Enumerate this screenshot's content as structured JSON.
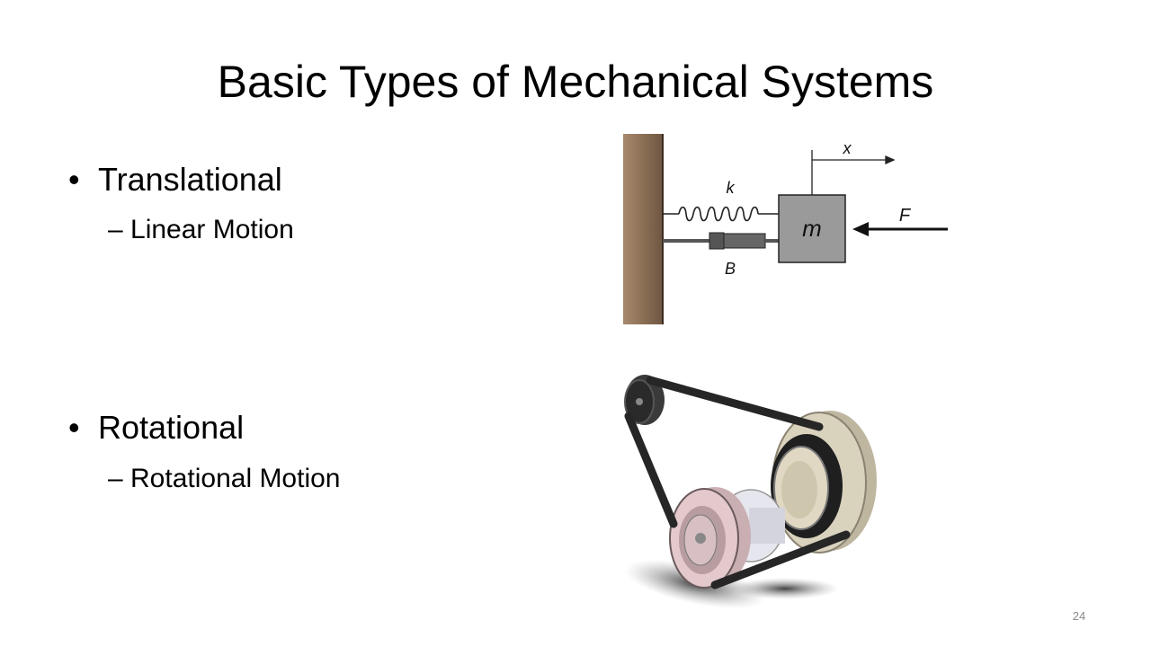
{
  "slide": {
    "title": "Basic Types of Mechanical Systems",
    "bullets": [
      {
        "bullet_char": "•",
        "text": "Translational",
        "sub": "– Linear Motion"
      },
      {
        "bullet_char": "•",
        "text": "Rotational",
        "sub": "– Rotational Motion"
      }
    ],
    "page_number": "24"
  },
  "translational_diagram": {
    "spring_label": "k",
    "damper_label": "B",
    "mass_label": "m",
    "force_label": "F",
    "displacement_label": "x",
    "colors": {
      "wall": "#8b6f55",
      "mass": "#9a9a9a",
      "line": "#222222"
    }
  },
  "rotational_image": {
    "subject": "belt-drive-pulleys",
    "colors": {
      "belt": "#262626",
      "large_pulley": "#d9d2bd",
      "small_pulley": "#e3c8cc",
      "shadow": "#555555"
    }
  }
}
